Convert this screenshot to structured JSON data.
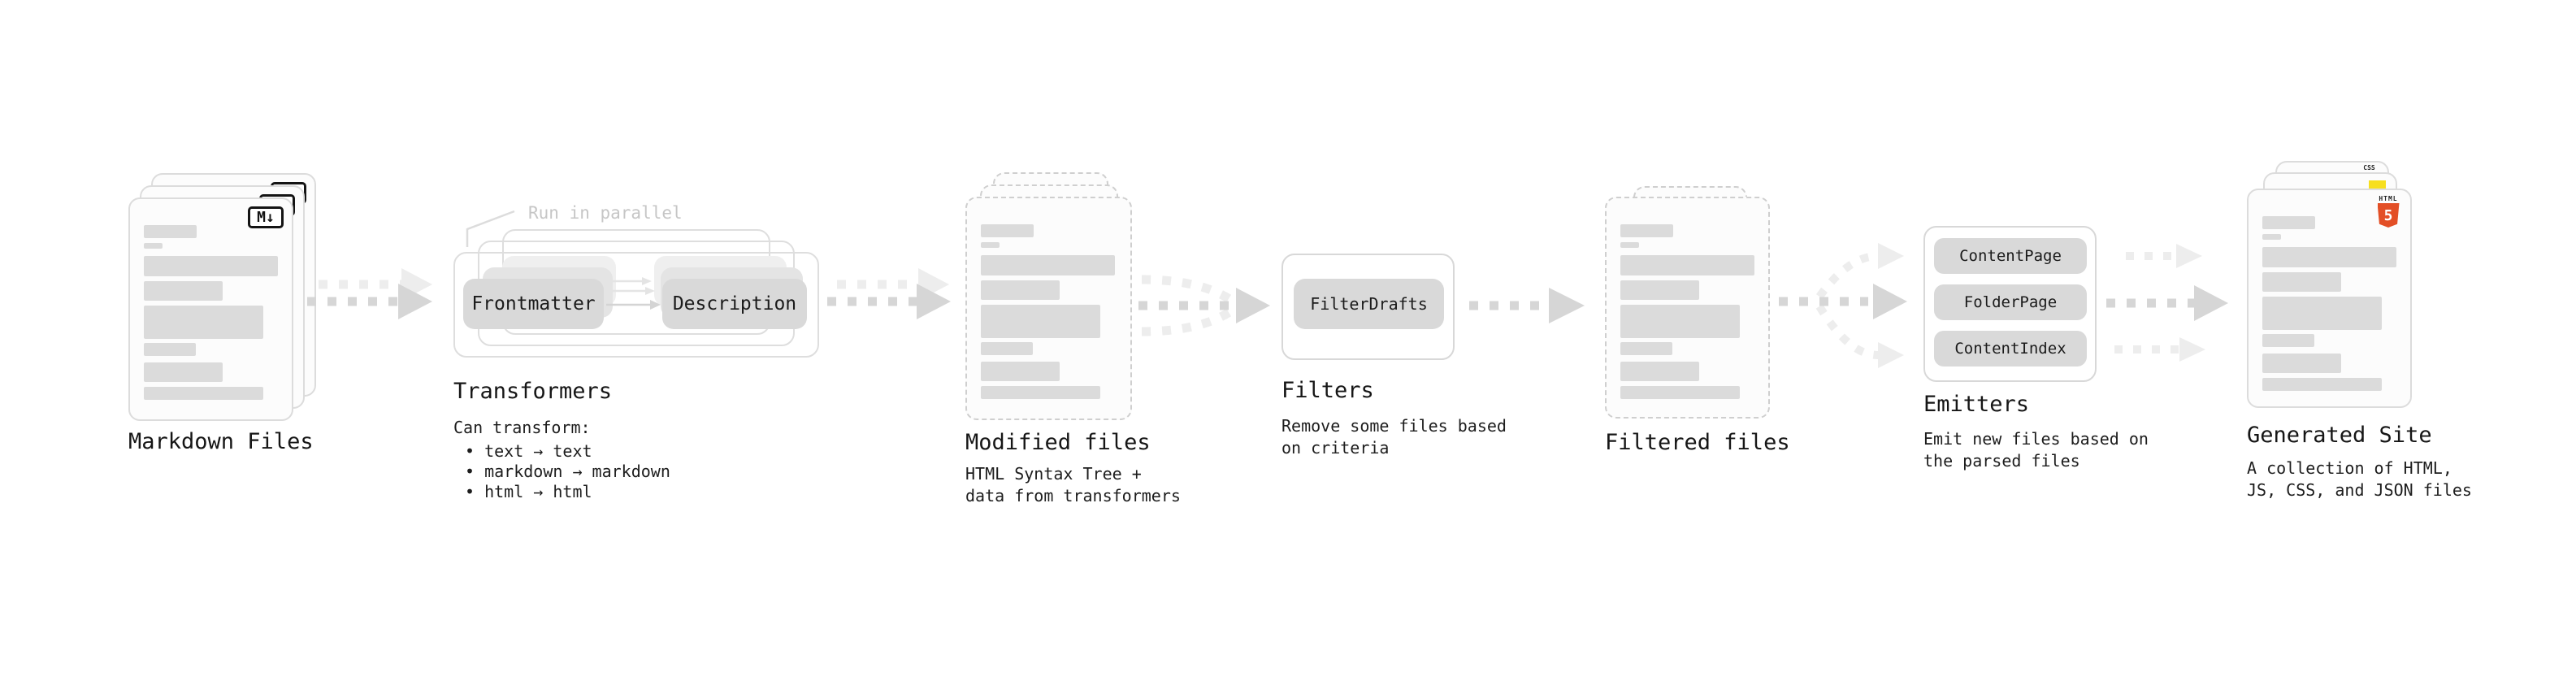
{
  "colors": {
    "background": "#ffffff",
    "pill_gray": "#d9d9d9",
    "bar_gray": "#dbdbdb",
    "border_gray": "#dcdcdc",
    "arrow_dark": "#d6d6d6",
    "arrow_light": "#ededed",
    "note_gray": "#c6c6c6",
    "text": "#1a1a1a",
    "html5_orange": "#e34f26",
    "js_yellow": "#f7df1e",
    "css_blue": "#2965f1"
  },
  "icons": {
    "markdown_badge": "M↓",
    "html5_word": "HTML",
    "html5_five": "5",
    "css_word": "CSS"
  },
  "stages": {
    "markdown": {
      "label": "Markdown Files"
    },
    "transformers": {
      "label": "Transformers",
      "note": "Run in parallel",
      "pill_from": "Frontmatter",
      "pill_to": "Description",
      "desc_title": "Can transform:",
      "bullets": [
        "• text → text",
        "• markdown → markdown",
        "• html → html"
      ]
    },
    "modified": {
      "label": "Modified files",
      "desc": "HTML Syntax Tree +\ndata from transformers"
    },
    "filters": {
      "label": "Filters",
      "pill": "FilterDrafts",
      "desc": "Remove some files based\non criteria"
    },
    "filtered": {
      "label": "Filtered files"
    },
    "emitters": {
      "label": "Emitters",
      "pills": [
        "ContentPage",
        "FolderPage",
        "ContentIndex"
      ],
      "desc": "Emit new files based on\nthe parsed files"
    },
    "generated": {
      "label": "Generated Site",
      "desc": "A collection of HTML,\nJS, CSS, and JSON files"
    }
  }
}
